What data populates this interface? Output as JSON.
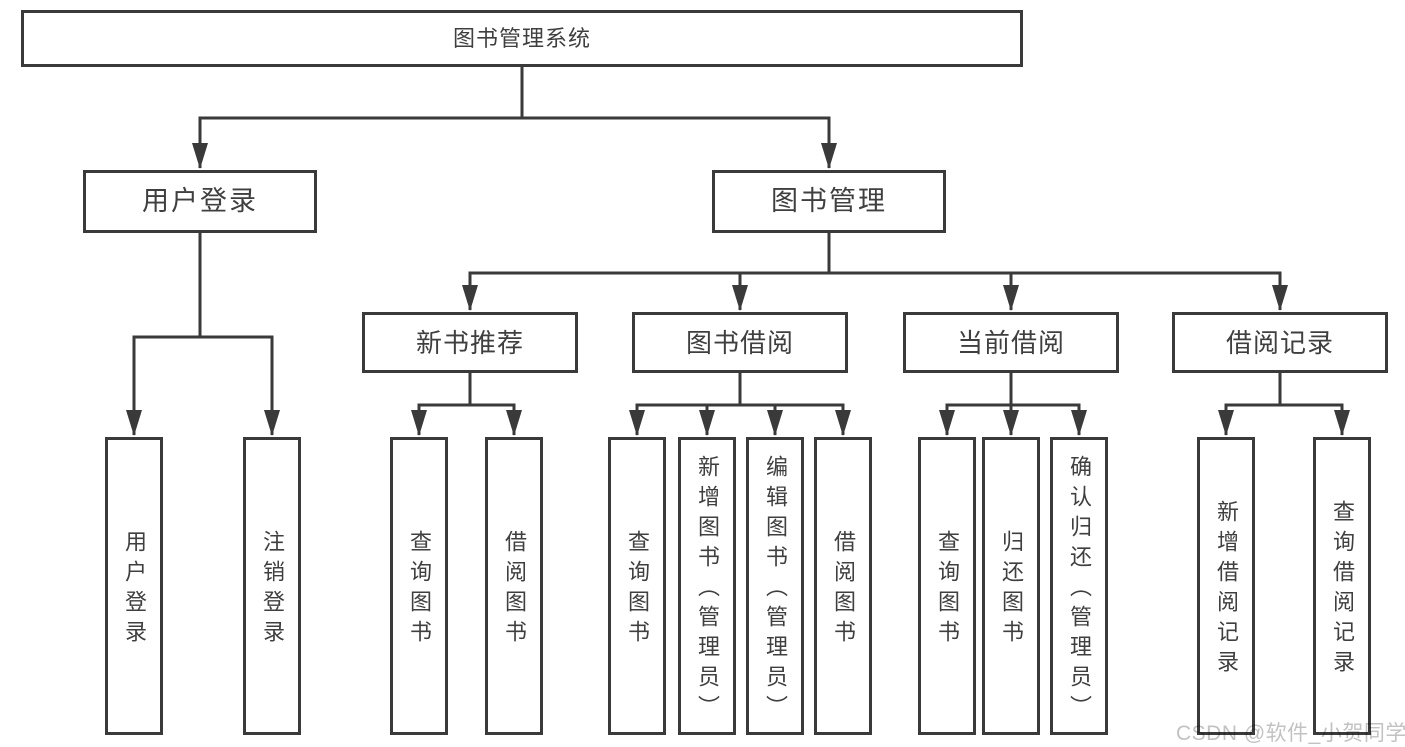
{
  "diagram": {
    "root": {
      "label": "图书管理系统"
    },
    "branches": [
      {
        "label": "用户登录",
        "children": [
          {
            "label": "用户登录"
          },
          {
            "label": "注销登录"
          }
        ]
      },
      {
        "label": "图书管理",
        "children": [
          {
            "label": "新书推荐",
            "children": [
              {
                "label": "查询图书"
              },
              {
                "label": "借阅图书"
              }
            ]
          },
          {
            "label": "图书借阅",
            "children": [
              {
                "label": "查询图书"
              },
              {
                "label": "新增图书（管理员）"
              },
              {
                "label": "编辑图书（管理员）"
              },
              {
                "label": "借阅图书"
              }
            ]
          },
          {
            "label": "当前借阅",
            "children": [
              {
                "label": "查询图书"
              },
              {
                "label": "归还图书"
              },
              {
                "label": "确认归还（管理员）"
              }
            ]
          },
          {
            "label": "借阅记录",
            "children": [
              {
                "label": "新增借阅记录"
              },
              {
                "label": "查询借阅记录"
              }
            ]
          }
        ]
      }
    ]
  },
  "watermark": {
    "text": "CSDN @软件_小贺同学"
  },
  "colors": {
    "line": "#3a3a3a",
    "text": "#3f3f3f",
    "box_background": "#ffffff",
    "background": "#ffffff",
    "watermark": "#c2c2c2"
  }
}
